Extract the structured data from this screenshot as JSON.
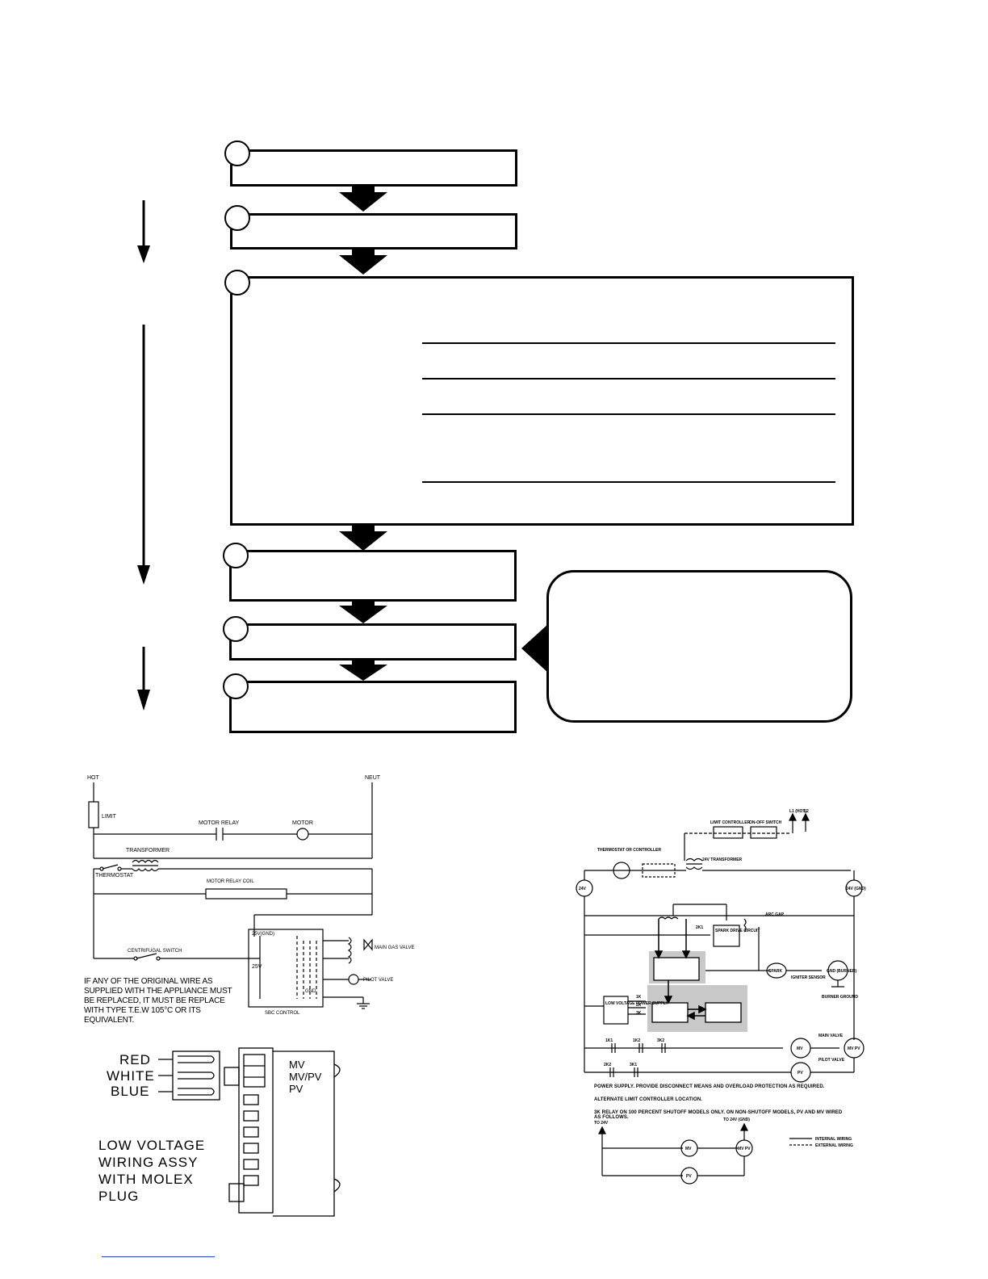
{
  "left_diagram": {
    "labels": {
      "hot": "HOT",
      "neut": "NEUT",
      "limit": "LIMIT",
      "motor_relay": "MOTOR RELAY",
      "motor": "MOTOR",
      "transformer": "TRANSFORMER",
      "thermostat": "THERMOSTAT",
      "motor_relay_coil": "MOTOR RELAY COIL",
      "centrifugal_switch": "CENTRIFUGAL SWITCH",
      "v25_gnd": "25V(GND)",
      "v25": "25V",
      "gnd": "GND",
      "main_gas_valve": "MAIN GAS VALVE",
      "pilot_valve": "PILOT VALVE",
      "sbc_control": "SBC CONTROL"
    },
    "note": "IF ANY OF THE ORIGINAL WIRE AS SUPPLIED WITH THE APPLIANCE MUST BE REPLACED, IT MUST BE REPLACE WITH TYPE T.E.W 105°C OR ITS EQUIVALENT."
  },
  "molex": {
    "wires": [
      "RED",
      "WHITE",
      "BLUE"
    ],
    "pins": [
      "MV",
      "MV/PV",
      "PV"
    ],
    "caption": [
      "LOW VOLTAGE",
      "WIRING ASSY",
      "WITH MOLEX",
      "PLUG"
    ]
  },
  "right_diagram": {
    "labels": {
      "l1": "L1 (HOT)",
      "l2": "L2",
      "limit_controller": "LIMIT CONTROLLER",
      "on_off_switch": "ON-OFF SWITCH",
      "thermostat_controller": "THERMOSTAT OR CONTROLLER",
      "transformer_24v": "24V TRANSFORMER",
      "v24": "24V",
      "v24_gnd": "24V (GND)",
      "arc_gap": "ARC GAP",
      "spark_drive": "SPARK DRIVE CIRCUIT",
      "spark": "SPARK",
      "igniter_sensor": "IGNITER SENSOR",
      "gnd_burner": "GND (BURNER)",
      "burner_ground": "BURNER GROUND",
      "low_voltage_ps": "LOW VOLTAGE POWER SUPPLY",
      "k2k1": "2K1",
      "k1": "1K",
      "k2": "2K",
      "k3": "3K",
      "c1k1": "1K1",
      "c1k2": "1K2",
      "c3k2": "3K2",
      "c2k2": "2K2",
      "c3k1": "3K1",
      "mv": "MV",
      "mvpv": "MV PV",
      "pv": "PV",
      "main_valve": "MAIN VALVE",
      "pilot_valve": "PILOT VALVE",
      "to_24v": "TO 24V",
      "to_24v_gnd": "TO 24V (GND)",
      "internal_wiring": "INTERNAL WIRING",
      "external_wiring": "EXTERNAL WIRING"
    },
    "notes": [
      "POWER SUPPLY. PROVIDE DISCONNECT MEANS AND OVERLOAD PROTECTION AS REQUIRED.",
      "ALTERNATE LIMIT CONTROLLER LOCATION.",
      "3K RELAY ON 100 PERCENT SHUTOFF MODELS ONLY. ON NON-SHUTOFF MODELS, PV AND MV WIRED AS FOLLOWS."
    ]
  }
}
